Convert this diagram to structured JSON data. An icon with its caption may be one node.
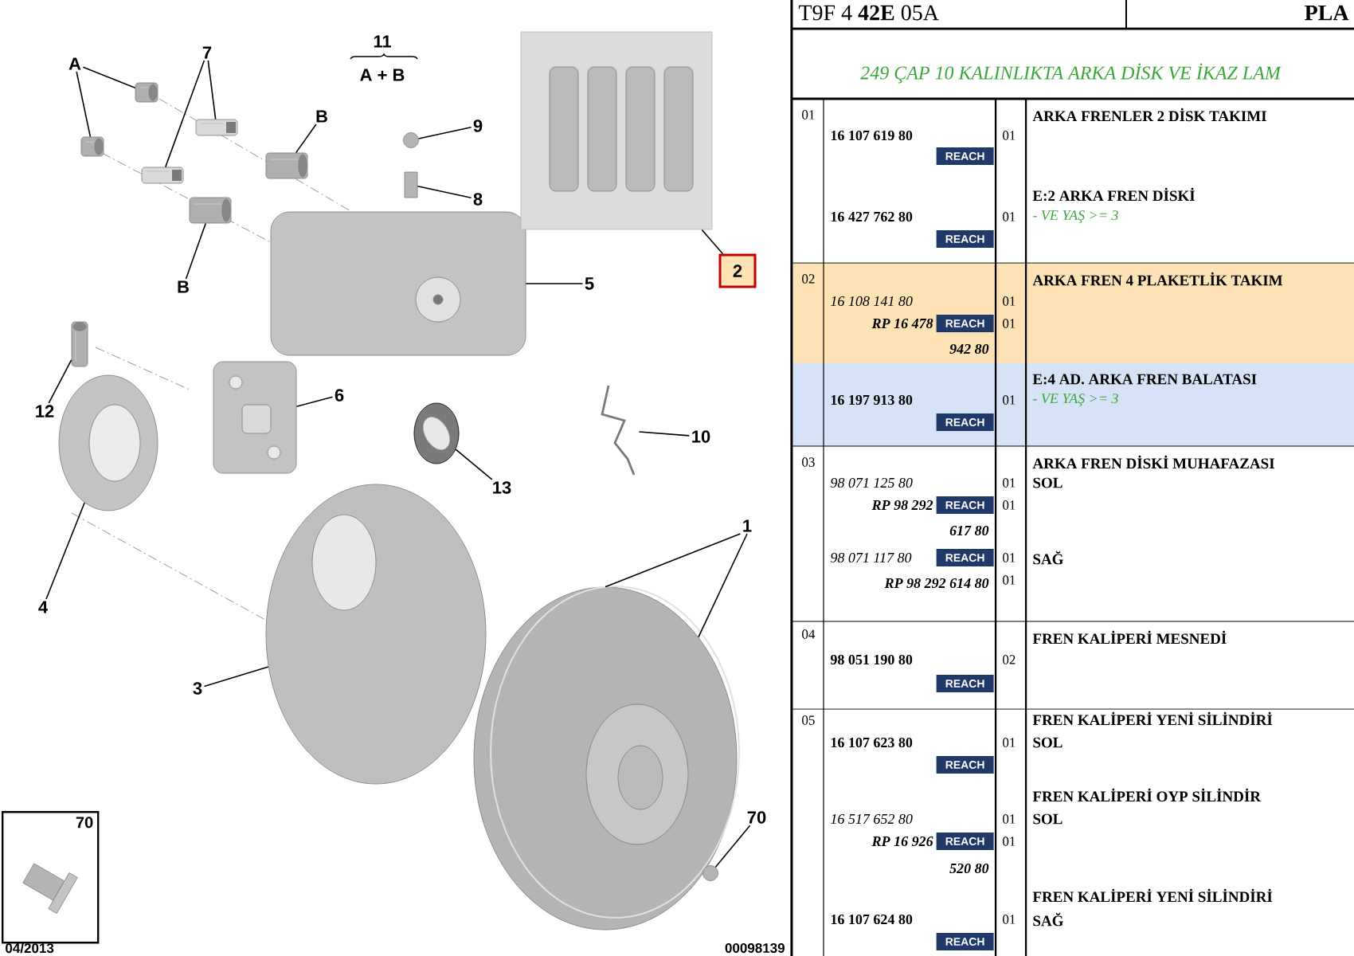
{
  "diagram": {
    "nodes": [
      {
        "text": [
          "A"
        ]
      },
      {
        "text": [
          "7"
        ]
      },
      {
        "text": [],
        "shape": "picture"
      },
      {
        "text": [],
        "shape": "picture"
      },
      {
        "text": [],
        "shape": "picture"
      },
      {
        "text": [],
        "shape": "picture"
      },
      {
        "text": [
          "B"
        ]
      },
      {
        "text": [],
        "shape": "picture"
      },
      {
        "text": [],
        "shape": "picture"
      },
      {
        "text": [
          "B"
        ]
      },
      {
        "text": [
          "9"
        ]
      },
      {
        "text": [],
        "shape": "circle"
      },
      {
        "text": [
          "8"
        ]
      },
      {
        "text": [],
        "shape": "box"
      },
      {
        "text": [],
        "shape": "picture"
      },
      {
        "text": [
          "5"
        ]
      },
      {
        "text": [],
        "shape": "picture"
      },
      {
        "text": [
          "2"
        ]
      },
      {
        "text": [],
        "shape": "picture"
      },
      {
        "text": [
          "12"
        ]
      },
      {
        "text": [],
        "shape": "picture"
      },
      {
        "text": [],
        "shape": "picture"
      },
      {
        "text": [
          "6"
        ]
      },
      {
        "text": [],
        "shape": "picture"
      },
      {
        "text": [
          "13"
        ]
      },
      {
        "text": [],
        "shape": "picture"
      },
      {
        "text": [
          "10"
        ]
      },
      {
        "text": [
          "4"
        ]
      },
      {
        "text": [],
        "shape": "picture"
      },
      {
        "text": [
          "3"
        ]
      },
      {
        "text": [
          "1"
        ]
      },
      {
        "text": [],
        "shape": "picture"
      },
      {
        "text": [],
        "shape": "circle"
      },
      {
        "text": [
          "70"
        ]
      },
      {
        "text": [
          "70"
        ]
      }
    ],
    "edges": [
      {
        "from": 0,
        "to": 2,
        "arrow": "none"
      },
      {
        "from": 0,
        "to": 3,
        "arrow": "none"
      },
      {
        "from": 1,
        "to": 4,
        "arrow": "none"
      },
      {
        "from": 1,
        "to": 5,
        "arrow": "none"
      },
      {
        "from": 6,
        "to": 7,
        "arrow": "none"
      },
      {
        "from": 9,
        "to": 8,
        "arrow": "none"
      },
      {
        "from": 10,
        "to": 11,
        "arrow": "none"
      },
      {
        "from": 12,
        "to": 13,
        "arrow": "none"
      },
      {
        "from": 15,
        "to": 14,
        "arrow": "none"
      },
      {
        "from": 17,
        "to": 16,
        "arrow": "none"
      },
      {
        "from": 19,
        "to": 18,
        "arrow": "none"
      },
      {
        "from": 22,
        "to": 21,
        "arrow": "none"
      },
      {
        "from": 24,
        "to": 23,
        "arrow": "none"
      },
      {
        "from": 26,
        "to": 25,
        "arrow": "none"
      },
      {
        "from": 27,
        "to": 20,
        "arrow": "none"
      },
      {
        "from": 29,
        "to": 28,
        "arrow": "none"
      },
      {
        "from": 30,
        "to": 31,
        "arrow": "none"
      },
      {
        "from": 30,
        "to": 31,
        "arrow": "none"
      },
      {
        "from": 33,
        "to": 32,
        "arrow": "none"
      }
    ],
    "labels": [
      "11",
      "A + B",
      "04/2013",
      "00098139",
      "T9F 4 **42E** 05A",
      "PLA",
      "249 ÇAP 10 KALINLIKTA ARKA DİSK VE İKAZ LAM",
      "01",
      "ARKA FRENLER 2 DİSK TAKIMI",
      "16 107 619 80",
      "01",
      "REACH",
      "E:2 ARKA FREN DİSKİ",
      "16 427 762 80",
      "01",
      "- VE YAŞ >= 3",
      "REACH",
      "02",
      "ARKA FREN 4 PLAKETLİK TAKIM",
      "16 108 141 80",
      "01",
      "RP 16 478",
      "REACH",
      "01",
      "942 80",
      "E:4 AD. ARKA FREN BALATASI",
      "16 197 913 80",
      "01",
      "- VE YAŞ >= 3",
      "REACH",
      "03",
      "ARKA FREN DİSKİ MUHAFAZASI",
      "98 071 125 80",
      "01",
      "SOL",
      "RP 98 292",
      "REACH",
      "01",
      "617 80",
      "98 071 117 80",
      "REACH",
      "01",
      "SAĞ",
      "RP 98 292 614 80",
      "01",
      "04",
      "FREN KALİPERİ MESNEDİ",
      "98 051 190 80",
      "02",
      "REACH",
      "05",
      "FREN KALİPERİ YENİ SİLİNDİRİ",
      "16 107 623 80",
      "01",
      "SOL",
      "REACH",
      "FREN KALİPERİ OYP SİLİNDİR",
      "16 517 652 80",
      "01",
      "SOL",
      "RP 16 926",
      "REACH",
      "01",
      "520 80",
      "FREN KALİPERİ YENİ SİLİNDİRİ",
      "16 107 624 80",
      "01",
      "SAĞ",
      "REACH"
    ]
  }
}
